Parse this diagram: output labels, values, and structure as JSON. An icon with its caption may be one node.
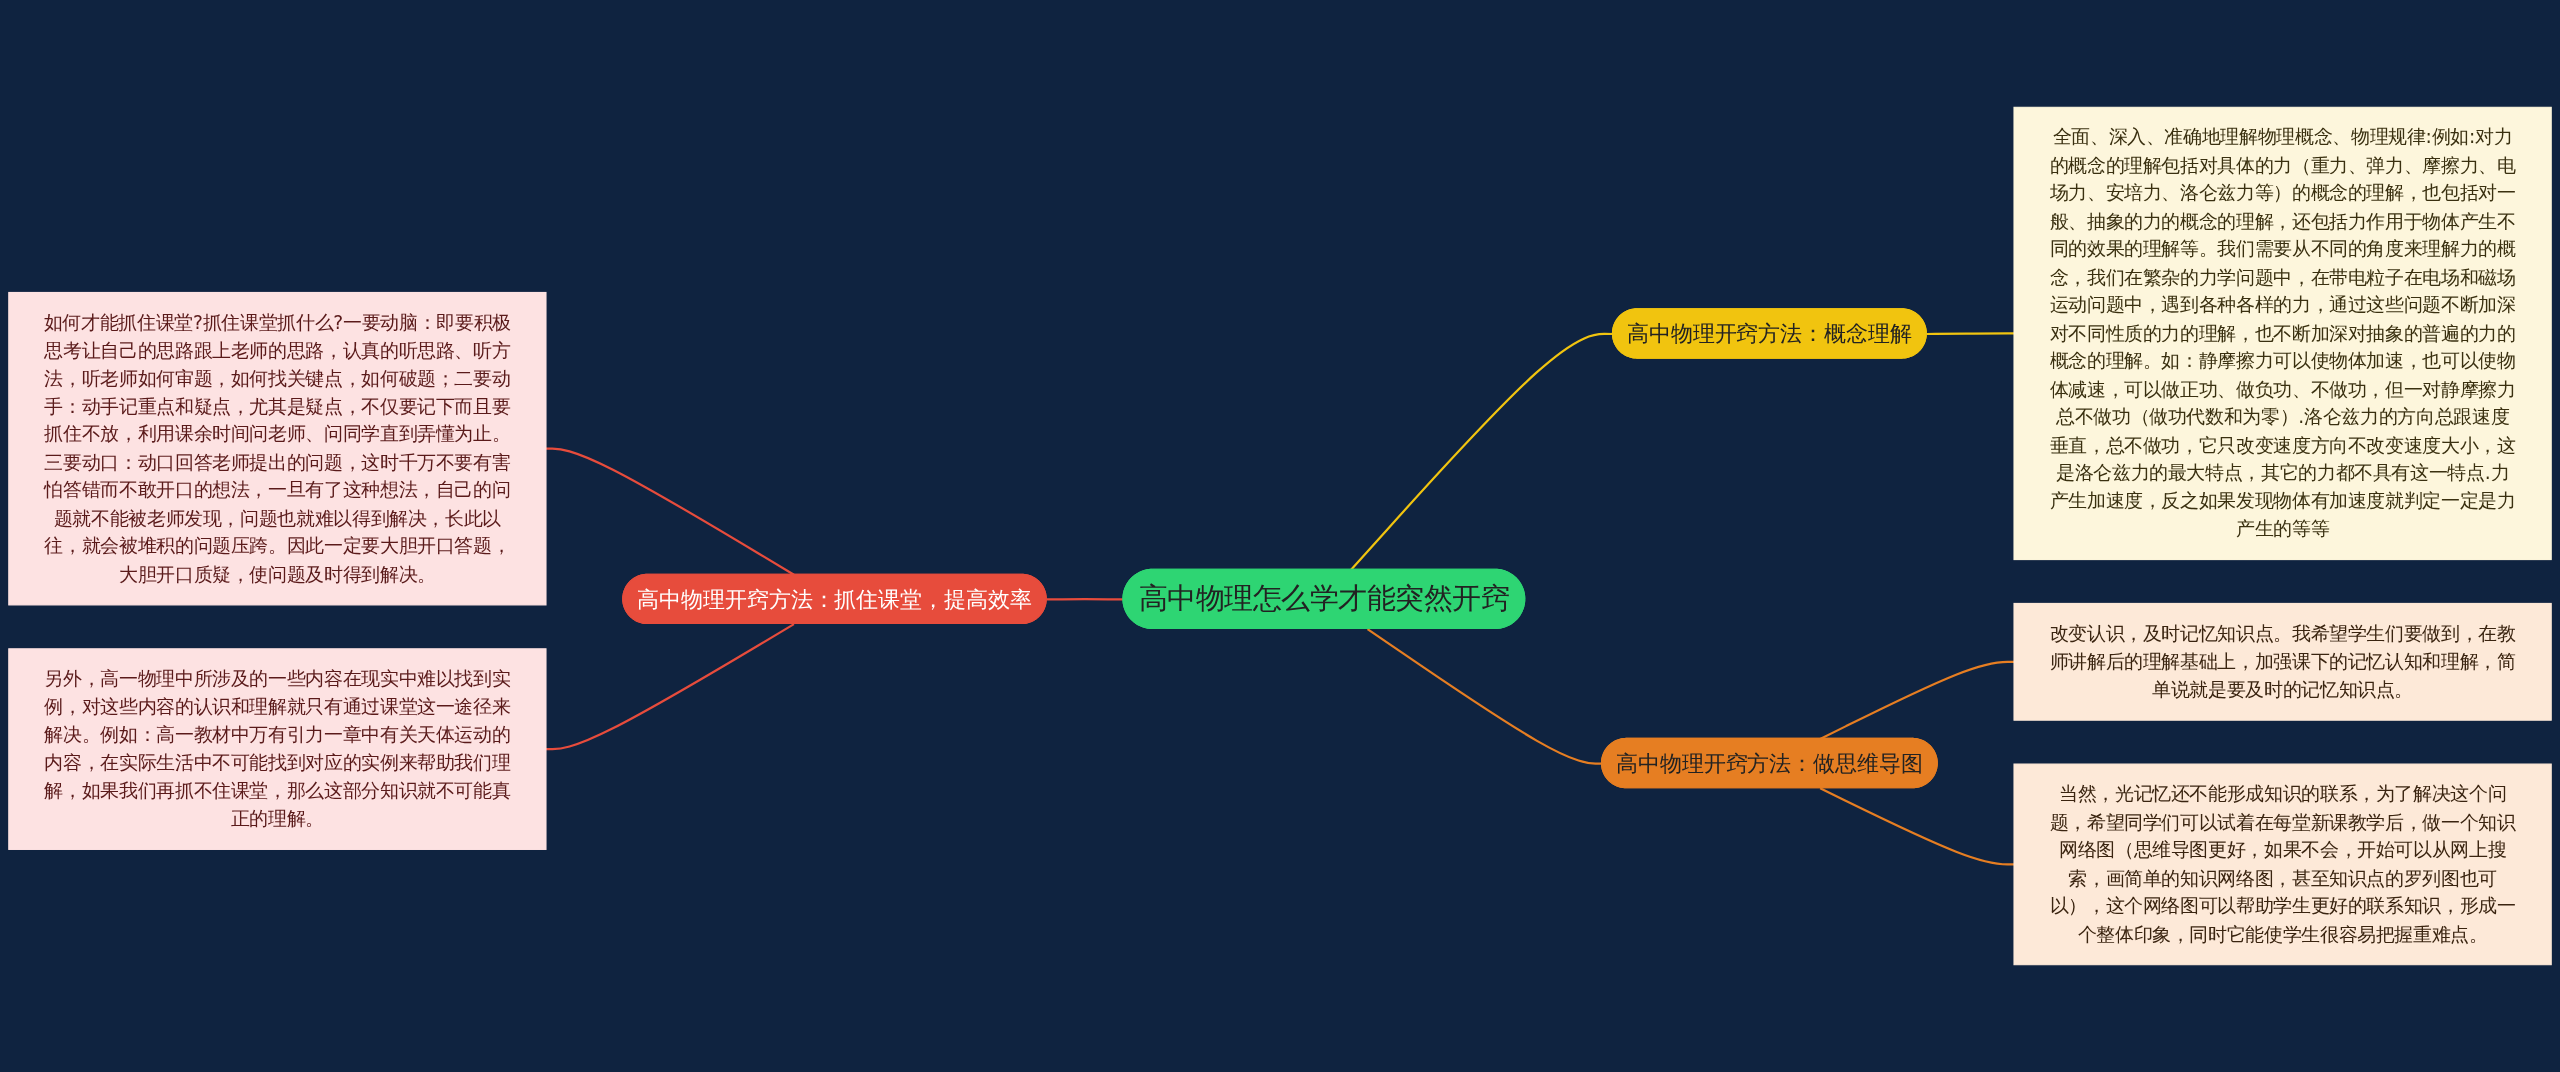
{
  "diagram": {
    "nodes": [
      {
        "text": [
          "高中物理怎么学才能突然开窍"
        ]
      },
      {
        "text": [
          "高中物理开窍方法：抓住课堂，提高效率"
        ]
      },
      {
        "text": [
          "如何才能抓住课堂?抓住课堂抓什么?一要动脑：即要积极思考让自己的思路跟上老师的思路，认真的听思路、听方法，听老师如何审题，如何找关键点，如何破题；二要动手：动手记重点和疑点，尤其是疑点，不仅要记下而且要抓住不放，利用课余时间问老师、问同学直到弄懂为止。三要动口：动口回答老师提出的问题，这时千万不要有害怕答错而不敢开口的想法，一旦有了这种想法，自己的问题就不能被老师发现，问题也就难以得到解决，长此以往，就会被堆积的问题压跨。因此一定要大胆开口答题，大胆开口质疑，使问题及时得到解决。"
        ]
      },
      {
        "text": [
          "另外，高一物理中所涉及的一些内容在现实中难以找到实例，对这些内容的认识和理解就只有通过课堂这一途径来解决。例如：高一教材中万有引力一章中有关天体运动的内容，在实际生活中不可能找到对应的实例来帮助我们理解，如果我们再抓不住课堂，那么这部分知识就不可能真正的理解。"
        ]
      },
      {
        "text": [
          "高中物理开窍方法：概念理解"
        ]
      },
      {
        "text": [
          "全面、深入、准确地理解物理概念、物理规律:例如:对力的概念的理解包括对具体的力（重力、弹力、摩擦力、电场力、安培力、洛仑兹力等）的概念的理解，也包括对一般、抽象的力的概念的理解，还包括力作用于物体产生不同的效果的理解等。我们需要从不同的角度来理解力的概念，我们在繁杂的力学问题中，在带电粒子在电场和磁场运动问题中，遇到各种各样的力，通过这些问题不断加深对不同性质的力的理解，也不断加深对抽象的普遍的力的概念的理解。如：静摩擦力可以使物体加速，也可以使物体减速，可以做正功、做负功、不做功，但一对静摩擦力总不做功（做功代数和为零）.洛仑兹力的方向总跟速度垂直，总不做功，它只改变速度方向不改变速度大小，这是洛仑兹力的最大特点，其它的力都不具有这一特点.力产生加速度，反之如果发现物体有加速度就判定一定是力产生的等等"
        ]
      },
      {
        "text": [
          "高中物理开窍方法：做思维导图"
        ]
      },
      {
        "text": [
          "改变认识，及时记忆知识点。我希望学生们要做到，在教师讲解后的理解基础上，加强课下的记忆认知和理解，简单说就是要及时的记忆知识点。"
        ]
      },
      {
        "text": [
          "当然，光记忆还不能形成知识的联系，为了解决这个问题，希望同学们可以试着在每堂新课教学后，做一个知识网络图（思维导图更好，如果不会，开始可以从网上搜索，画简单的知识网络图，甚至知识点的罗列图也可以），这个网络图可以帮助学生更好的联系知识，形成一个整体印象，同时它能使学生很容易把握重难点。"
        ]
      }
    ],
    "edges": [
      {
        "from": 2,
        "to": 1,
        "arrow": "none",
        "color": "#e74c3c"
      },
      {
        "from": 3,
        "to": 1,
        "arrow": "none",
        "color": "#e74c3c"
      },
      {
        "from": 1,
        "to": 0,
        "arrow": "none",
        "color": "#e74c3c"
      },
      {
        "from": 0,
        "to": 4,
        "arrow": "none",
        "color": "#f1c40f"
      },
      {
        "from": 4,
        "to": 5,
        "arrow": "none",
        "color": "#f1c40f"
      },
      {
        "from": 0,
        "to": 6,
        "arrow": "none",
        "color": "#e67e22"
      },
      {
        "from": 6,
        "to": 7,
        "arrow": "none",
        "color": "#e67e22"
      },
      {
        "from": 6,
        "to": 8,
        "arrow": "none",
        "color": "#e67e22"
      }
    ]
  }
}
